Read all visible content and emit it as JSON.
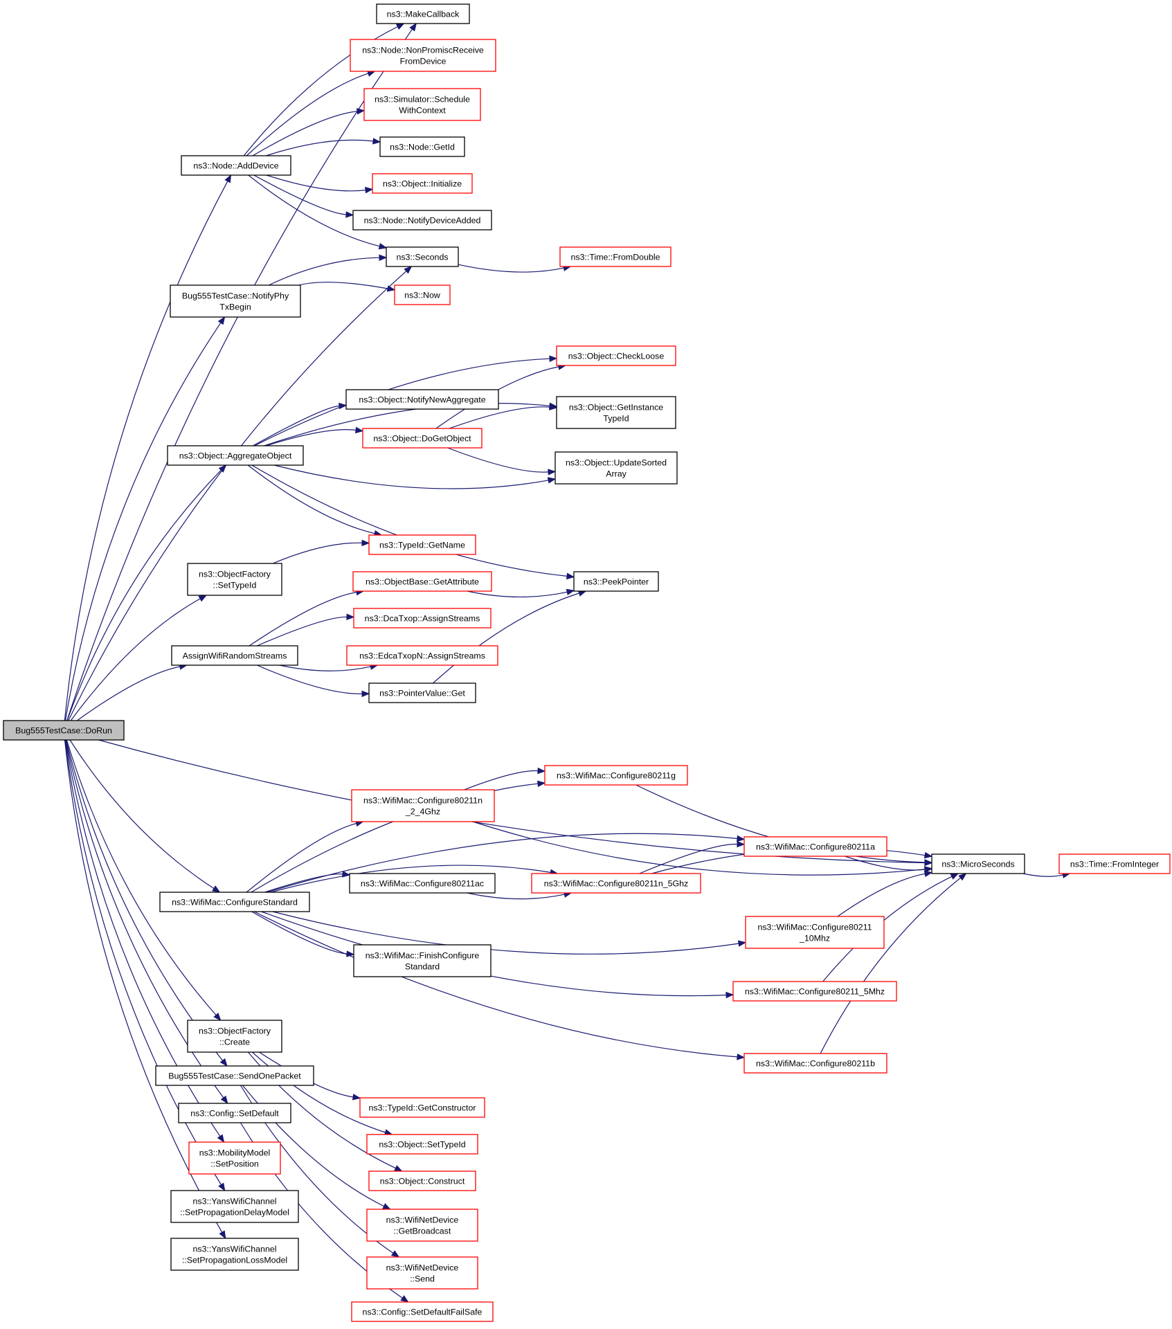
{
  "graph": {
    "colors": {
      "edge": "#191970",
      "border_normal": "#000000",
      "border_truncated": "#ff0000",
      "root_fill": "#bfbfbf"
    },
    "nodes": [
      {
        "id": "dorun",
        "lines": [
          "Bug555TestCase::DoRun"
        ],
        "style": "root"
      },
      {
        "id": "makecb",
        "lines": [
          "ns3::MakeCallback"
        ],
        "style": "normal"
      },
      {
        "id": "nonpromisc",
        "lines": [
          "ns3::Node::NonPromiscReceive",
          "FromDevice"
        ],
        "style": "truncated"
      },
      {
        "id": "schedwc",
        "lines": [
          "ns3::Simulator::Schedule",
          "WithContext"
        ],
        "style": "truncated"
      },
      {
        "id": "getid",
        "lines": [
          "ns3::Node::GetId"
        ],
        "style": "normal"
      },
      {
        "id": "adddevice",
        "lines": [
          "ns3::Node::AddDevice"
        ],
        "style": "normal"
      },
      {
        "id": "initialize",
        "lines": [
          "ns3::Object::Initialize"
        ],
        "style": "truncated"
      },
      {
        "id": "notifydevadded",
        "lines": [
          "ns3::Node::NotifyDeviceAdded"
        ],
        "style": "normal"
      },
      {
        "id": "seconds",
        "lines": [
          "ns3::Seconds"
        ],
        "style": "normal"
      },
      {
        "id": "fromdouble",
        "lines": [
          "ns3::Time::FromDouble"
        ],
        "style": "truncated"
      },
      {
        "id": "notifyphy",
        "lines": [
          "Bug555TestCase::NotifyPhy",
          "TxBegin"
        ],
        "style": "normal"
      },
      {
        "id": "now",
        "lines": [
          "ns3::Now"
        ],
        "style": "truncated"
      },
      {
        "id": "checkloose",
        "lines": [
          "ns3::Object::CheckLoose"
        ],
        "style": "truncated"
      },
      {
        "id": "notifynewagg",
        "lines": [
          "ns3::Object::NotifyNewAggregate"
        ],
        "style": "normal"
      },
      {
        "id": "getinsttypeid",
        "lines": [
          "ns3::Object::GetInstance",
          "TypeId"
        ],
        "style": "normal"
      },
      {
        "id": "dogetobject",
        "lines": [
          "ns3::Object::DoGetObject"
        ],
        "style": "truncated"
      },
      {
        "id": "aggregate",
        "lines": [
          "ns3::Object::AggregateObject"
        ],
        "style": "normal"
      },
      {
        "id": "updatesorted",
        "lines": [
          "ns3::Object::UpdateSorted",
          "Array"
        ],
        "style": "normal"
      },
      {
        "id": "getname",
        "lines": [
          "ns3::TypeId::GetName"
        ],
        "style": "truncated"
      },
      {
        "id": "ofsettypeid",
        "lines": [
          "ns3::ObjectFactory",
          "::SetTypeId"
        ],
        "style": "normal"
      },
      {
        "id": "getattribute",
        "lines": [
          "ns3::ObjectBase::GetAttribute"
        ],
        "style": "truncated"
      },
      {
        "id": "peekpointer",
        "lines": [
          "ns3::PeekPointer"
        ],
        "style": "normal"
      },
      {
        "id": "dcatxop",
        "lines": [
          "ns3::DcaTxop::AssignStreams"
        ],
        "style": "truncated"
      },
      {
        "id": "assignwifi",
        "lines": [
          "AssignWifiRandomStreams"
        ],
        "style": "normal"
      },
      {
        "id": "edcatxop",
        "lines": [
          "ns3::EdcaTxopN::AssignStreams"
        ],
        "style": "truncated"
      },
      {
        "id": "pvget",
        "lines": [
          "ns3::PointerValue::Get"
        ],
        "style": "normal"
      },
      {
        "id": "cfg11g",
        "lines": [
          "ns3::WifiMac::Configure80211g"
        ],
        "style": "truncated"
      },
      {
        "id": "cfg11n24",
        "lines": [
          "ns3::WifiMac::Configure80211n",
          "_2_4Ghz"
        ],
        "style": "truncated"
      },
      {
        "id": "cfg11a",
        "lines": [
          "ns3::WifiMac::Configure80211a"
        ],
        "style": "truncated"
      },
      {
        "id": "microseconds",
        "lines": [
          "ns3::MicroSeconds"
        ],
        "style": "normal"
      },
      {
        "id": "frominteger",
        "lines": [
          "ns3::Time::FromInteger"
        ],
        "style": "truncated"
      },
      {
        "id": "cfg11ac",
        "lines": [
          "ns3::WifiMac::Configure80211ac"
        ],
        "style": "normal"
      },
      {
        "id": "cfg11n5",
        "lines": [
          "ns3::WifiMac::Configure80211n_5Ghz"
        ],
        "style": "truncated"
      },
      {
        "id": "cfgstd",
        "lines": [
          "ns3::WifiMac::ConfigureStandard"
        ],
        "style": "normal"
      },
      {
        "id": "cfg10mhz",
        "lines": [
          "ns3::WifiMac::Configure80211",
          "_10Mhz"
        ],
        "style": "truncated"
      },
      {
        "id": "finishcfg",
        "lines": [
          "ns3::WifiMac::FinishConfigure",
          "Standard"
        ],
        "style": "normal"
      },
      {
        "id": "cfg5mhz",
        "lines": [
          "ns3::WifiMac::Configure80211_5Mhz"
        ],
        "style": "truncated"
      },
      {
        "id": "ofcreate",
        "lines": [
          "ns3::ObjectFactory",
          "::Create"
        ],
        "style": "normal"
      },
      {
        "id": "cfg11b",
        "lines": [
          "ns3::WifiMac::Configure80211b"
        ],
        "style": "truncated"
      },
      {
        "id": "sendone",
        "lines": [
          "Bug555TestCase::SendOnePacket"
        ],
        "style": "normal"
      },
      {
        "id": "getconstructor",
        "lines": [
          "ns3::TypeId::GetConstructor"
        ],
        "style": "truncated"
      },
      {
        "id": "setdefault",
        "lines": [
          "ns3::Config::SetDefault"
        ],
        "style": "normal"
      },
      {
        "id": "objsettypeid",
        "lines": [
          "ns3::Object::SetTypeId"
        ],
        "style": "truncated"
      },
      {
        "id": "setposition",
        "lines": [
          "ns3::MobilityModel",
          "::SetPosition"
        ],
        "style": "truncated"
      },
      {
        "id": "construct",
        "lines": [
          "ns3::Object::Construct"
        ],
        "style": "truncated"
      },
      {
        "id": "setpropdelay",
        "lines": [
          "ns3::YansWifiChannel",
          "::SetPropagationDelayModel"
        ],
        "style": "normal"
      },
      {
        "id": "getbroadcast",
        "lines": [
          "ns3::WifiNetDevice",
          "::GetBroadcast"
        ],
        "style": "truncated"
      },
      {
        "id": "send",
        "lines": [
          "ns3::WifiNetDevice",
          "::Send"
        ],
        "style": "truncated"
      },
      {
        "id": "setproploss",
        "lines": [
          "ns3::YansWifiChannel",
          "::SetPropagationLossModel"
        ],
        "style": "normal"
      },
      {
        "id": "setdefaultfs",
        "lines": [
          "ns3::Config::SetDefaultFailSafe"
        ],
        "style": "truncated"
      }
    ],
    "edges": [
      {
        "from": "dorun",
        "to": "makecb"
      },
      {
        "from": "dorun",
        "to": "adddevice"
      },
      {
        "from": "dorun",
        "to": "seconds"
      },
      {
        "from": "dorun",
        "to": "notifyphy"
      },
      {
        "from": "dorun",
        "to": "aggregate"
      },
      {
        "from": "dorun",
        "to": "ofsettypeid"
      },
      {
        "from": "dorun",
        "to": "assignwifi"
      },
      {
        "from": "dorun",
        "to": "microseconds"
      },
      {
        "from": "dorun",
        "to": "cfgstd"
      },
      {
        "from": "dorun",
        "to": "ofcreate"
      },
      {
        "from": "dorun",
        "to": "sendone"
      },
      {
        "from": "dorun",
        "to": "setdefault"
      },
      {
        "from": "dorun",
        "to": "setposition"
      },
      {
        "from": "dorun",
        "to": "setpropdelay"
      },
      {
        "from": "dorun",
        "to": "setproploss"
      },
      {
        "from": "adddevice",
        "to": "makecb"
      },
      {
        "from": "adddevice",
        "to": "nonpromisc"
      },
      {
        "from": "adddevice",
        "to": "schedwc"
      },
      {
        "from": "adddevice",
        "to": "getid"
      },
      {
        "from": "adddevice",
        "to": "initialize"
      },
      {
        "from": "adddevice",
        "to": "notifydevadded"
      },
      {
        "from": "adddevice",
        "to": "seconds"
      },
      {
        "from": "seconds",
        "to": "fromdouble"
      },
      {
        "from": "notifyphy",
        "to": "seconds"
      },
      {
        "from": "notifyphy",
        "to": "now"
      },
      {
        "from": "aggregate",
        "to": "checkloose"
      },
      {
        "from": "aggregate",
        "to": "getinsttypeid"
      },
      {
        "from": "aggregate",
        "to": "notifynewagg"
      },
      {
        "from": "aggregate",
        "to": "dogetobject"
      },
      {
        "from": "aggregate",
        "to": "updatesorted"
      },
      {
        "from": "aggregate",
        "to": "getname"
      },
      {
        "from": "aggregate",
        "to": "peekpointer"
      },
      {
        "from": "dogetobject",
        "to": "checkloose"
      },
      {
        "from": "dogetobject",
        "to": "getinsttypeid"
      },
      {
        "from": "dogetobject",
        "to": "updatesorted"
      },
      {
        "from": "ofsettypeid",
        "to": "getname"
      },
      {
        "from": "assignwifi",
        "to": "getattribute"
      },
      {
        "from": "assignwifi",
        "to": "dcatxop"
      },
      {
        "from": "assignwifi",
        "to": "edcatxop"
      },
      {
        "from": "assignwifi",
        "to": "pvget"
      },
      {
        "from": "getattribute",
        "to": "peekpointer"
      },
      {
        "from": "pvget",
        "to": "peekpointer"
      },
      {
        "from": "cfgstd",
        "to": "cfg11g"
      },
      {
        "from": "cfgstd",
        "to": "cfg11n24"
      },
      {
        "from": "cfgstd",
        "to": "cfg11a"
      },
      {
        "from": "cfgstd",
        "to": "cfg11ac"
      },
      {
        "from": "cfgstd",
        "to": "cfg11n5"
      },
      {
        "from": "cfgstd",
        "to": "finishcfg"
      },
      {
        "from": "cfgstd",
        "to": "cfg10mhz"
      },
      {
        "from": "cfgstd",
        "to": "cfg5mhz"
      },
      {
        "from": "cfgstd",
        "to": "cfg11b"
      },
      {
        "from": "cfg11n24",
        "to": "cfg11g"
      },
      {
        "from": "cfg11n24",
        "to": "microseconds"
      },
      {
        "from": "cfg11g",
        "to": "microseconds"
      },
      {
        "from": "cfg11ac",
        "to": "cfg11n5"
      },
      {
        "from": "cfg11n5",
        "to": "cfg11a"
      },
      {
        "from": "cfg11n5",
        "to": "microseconds"
      },
      {
        "from": "cfg11a",
        "to": "microseconds"
      },
      {
        "from": "cfg10mhz",
        "to": "microseconds"
      },
      {
        "from": "cfg5mhz",
        "to": "microseconds"
      },
      {
        "from": "cfg11b",
        "to": "microseconds"
      },
      {
        "from": "microseconds",
        "to": "frominteger"
      },
      {
        "from": "ofcreate",
        "to": "getconstructor"
      },
      {
        "from": "ofcreate",
        "to": "objsettypeid"
      },
      {
        "from": "ofcreate",
        "to": "construct"
      },
      {
        "from": "sendone",
        "to": "getbroadcast"
      },
      {
        "from": "sendone",
        "to": "send"
      },
      {
        "from": "setdefault",
        "to": "setdefaultfs"
      }
    ]
  }
}
